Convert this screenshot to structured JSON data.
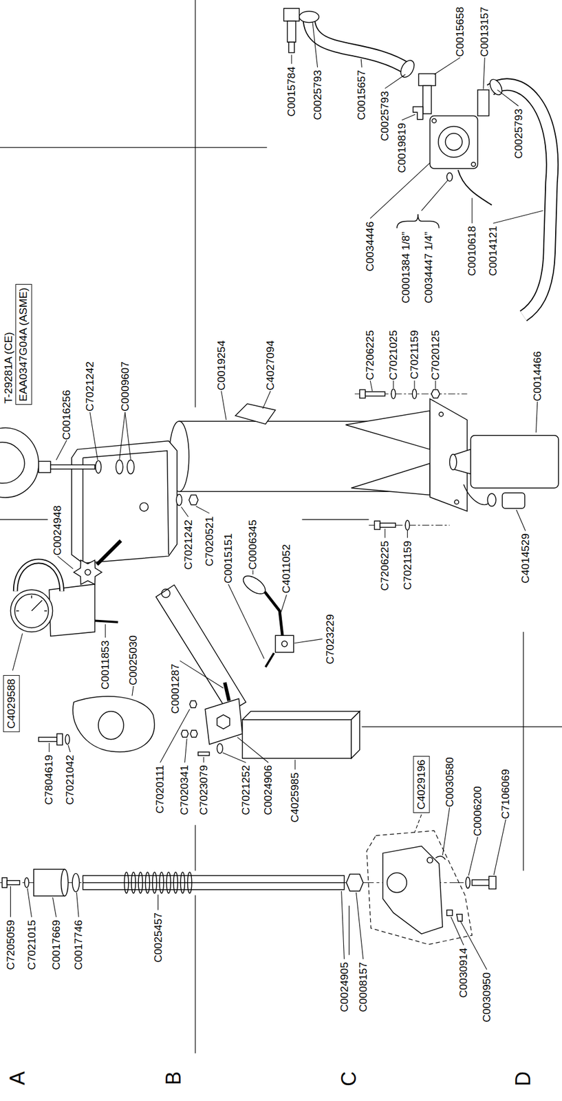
{
  "diagram": {
    "nodes": [
      {
        "text": [
          "T-29281A (CE)",
          "EAA0347G04A (ASME)"
        ]
      },
      {
        "text": [
          "C4029588"
        ]
      },
      {
        "text": [
          "C4029196"
        ]
      }
    ],
    "labels": [
      "C0015658",
      "C0013157",
      "C0015784",
      "C0025793",
      "C0015657",
      "C0025793",
      "C0019819",
      "C0025793",
      "C0034446",
      "C0001384 1/8”",
      "C0034447 1/4”",
      "C0010618",
      "C0014121",
      "C7206225",
      "C7021025",
      "C7021159",
      "C7020125",
      "C0019254",
      "C4027094",
      "C0014466",
      "C7021242",
      "C0009607",
      "C0016256",
      "C0024948",
      "C7020521",
      "C7021242",
      "C0006345",
      "C0015151",
      "C4014529",
      "C7206225",
      "C7021159",
      "C4011052",
      "C7023229",
      "C0025030",
      "C0011853",
      "C0001287",
      "C7804619",
      "C7021042",
      "C0030580",
      "C7020111",
      "C7020341",
      "C7023079",
      "C7021252",
      "C0024906",
      "C4025985",
      "C7106069",
      "C0006200",
      "C0025457",
      "C7205059",
      "C7021015",
      "C0017669",
      "C0017746",
      "C0030914",
      "C0024905",
      "C0008157",
      "C0030950",
      "A",
      "B",
      "C",
      "D"
    ]
  }
}
